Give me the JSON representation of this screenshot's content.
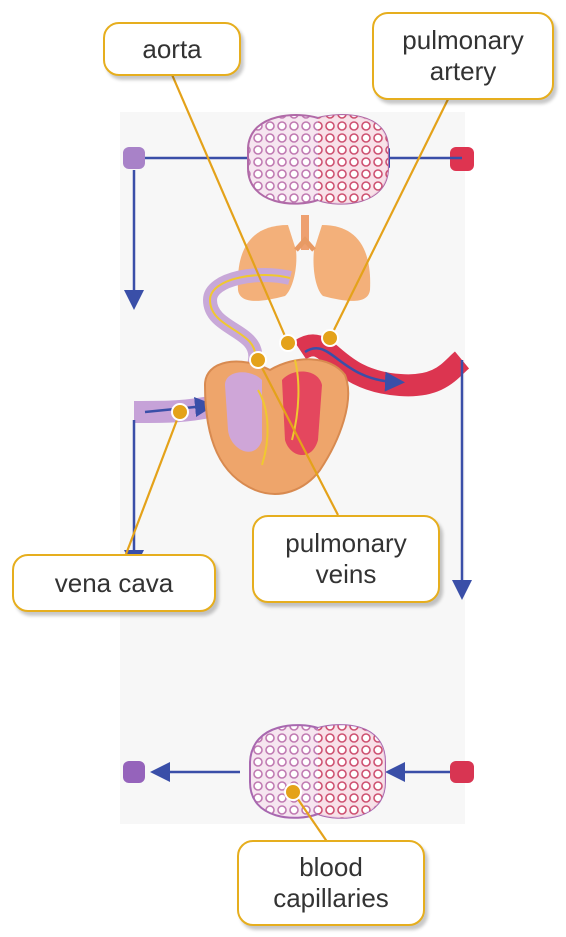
{
  "labels": {
    "aorta": [
      "aorta"
    ],
    "pulmonary_artery": [
      "pulmonary",
      "artery"
    ],
    "pulmonary_veins": [
      "pulmonary",
      "veins"
    ],
    "vena_cava": [
      "vena cava"
    ],
    "blood_capillaries": [
      "blood",
      "capillaries"
    ]
  },
  "colors": {
    "callout_border": "#e6ae1e",
    "pointer_dot": "#e4a21a",
    "oxygenated_blood": "#d9304a",
    "deoxygenated_blood": "#8a63b6",
    "flow_arrow": "#3a4fa8",
    "lung_fill": "#f3b07a",
    "heart_fill": "#eea56b"
  }
}
